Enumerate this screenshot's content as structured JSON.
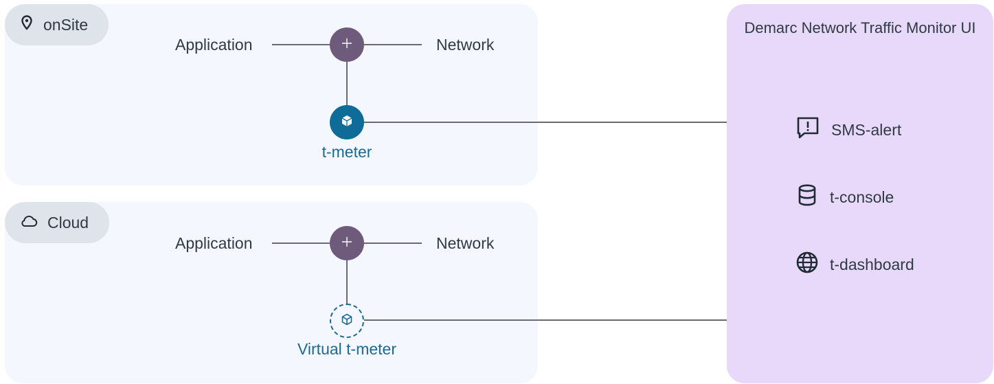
{
  "onsite": {
    "location_label": "onSite",
    "application_label": "Application",
    "network_label": "Network",
    "meter_label": "t-meter"
  },
  "cloud": {
    "location_label": "Cloud",
    "application_label": "Application",
    "network_label": "Network",
    "meter_label": "Virtual t-meter"
  },
  "demarc": {
    "title": "Demarc Network Traffic Monitor UI",
    "services": [
      {
        "label": "SMS-alert",
        "icon": "message-alert-icon"
      },
      {
        "label": "t-console",
        "icon": "database-icon"
      },
      {
        "label": "t-dashboard",
        "icon": "globe-icon"
      }
    ]
  },
  "colors": {
    "panel_bg": "#f4f7fd",
    "pill_bg": "#dfe3ea",
    "hub": "#6e5a7b",
    "meter": "#0f6b97",
    "meter_text": "#1b6a93",
    "demarc_bg": "#e8d9fb",
    "line": "#6b6773"
  }
}
